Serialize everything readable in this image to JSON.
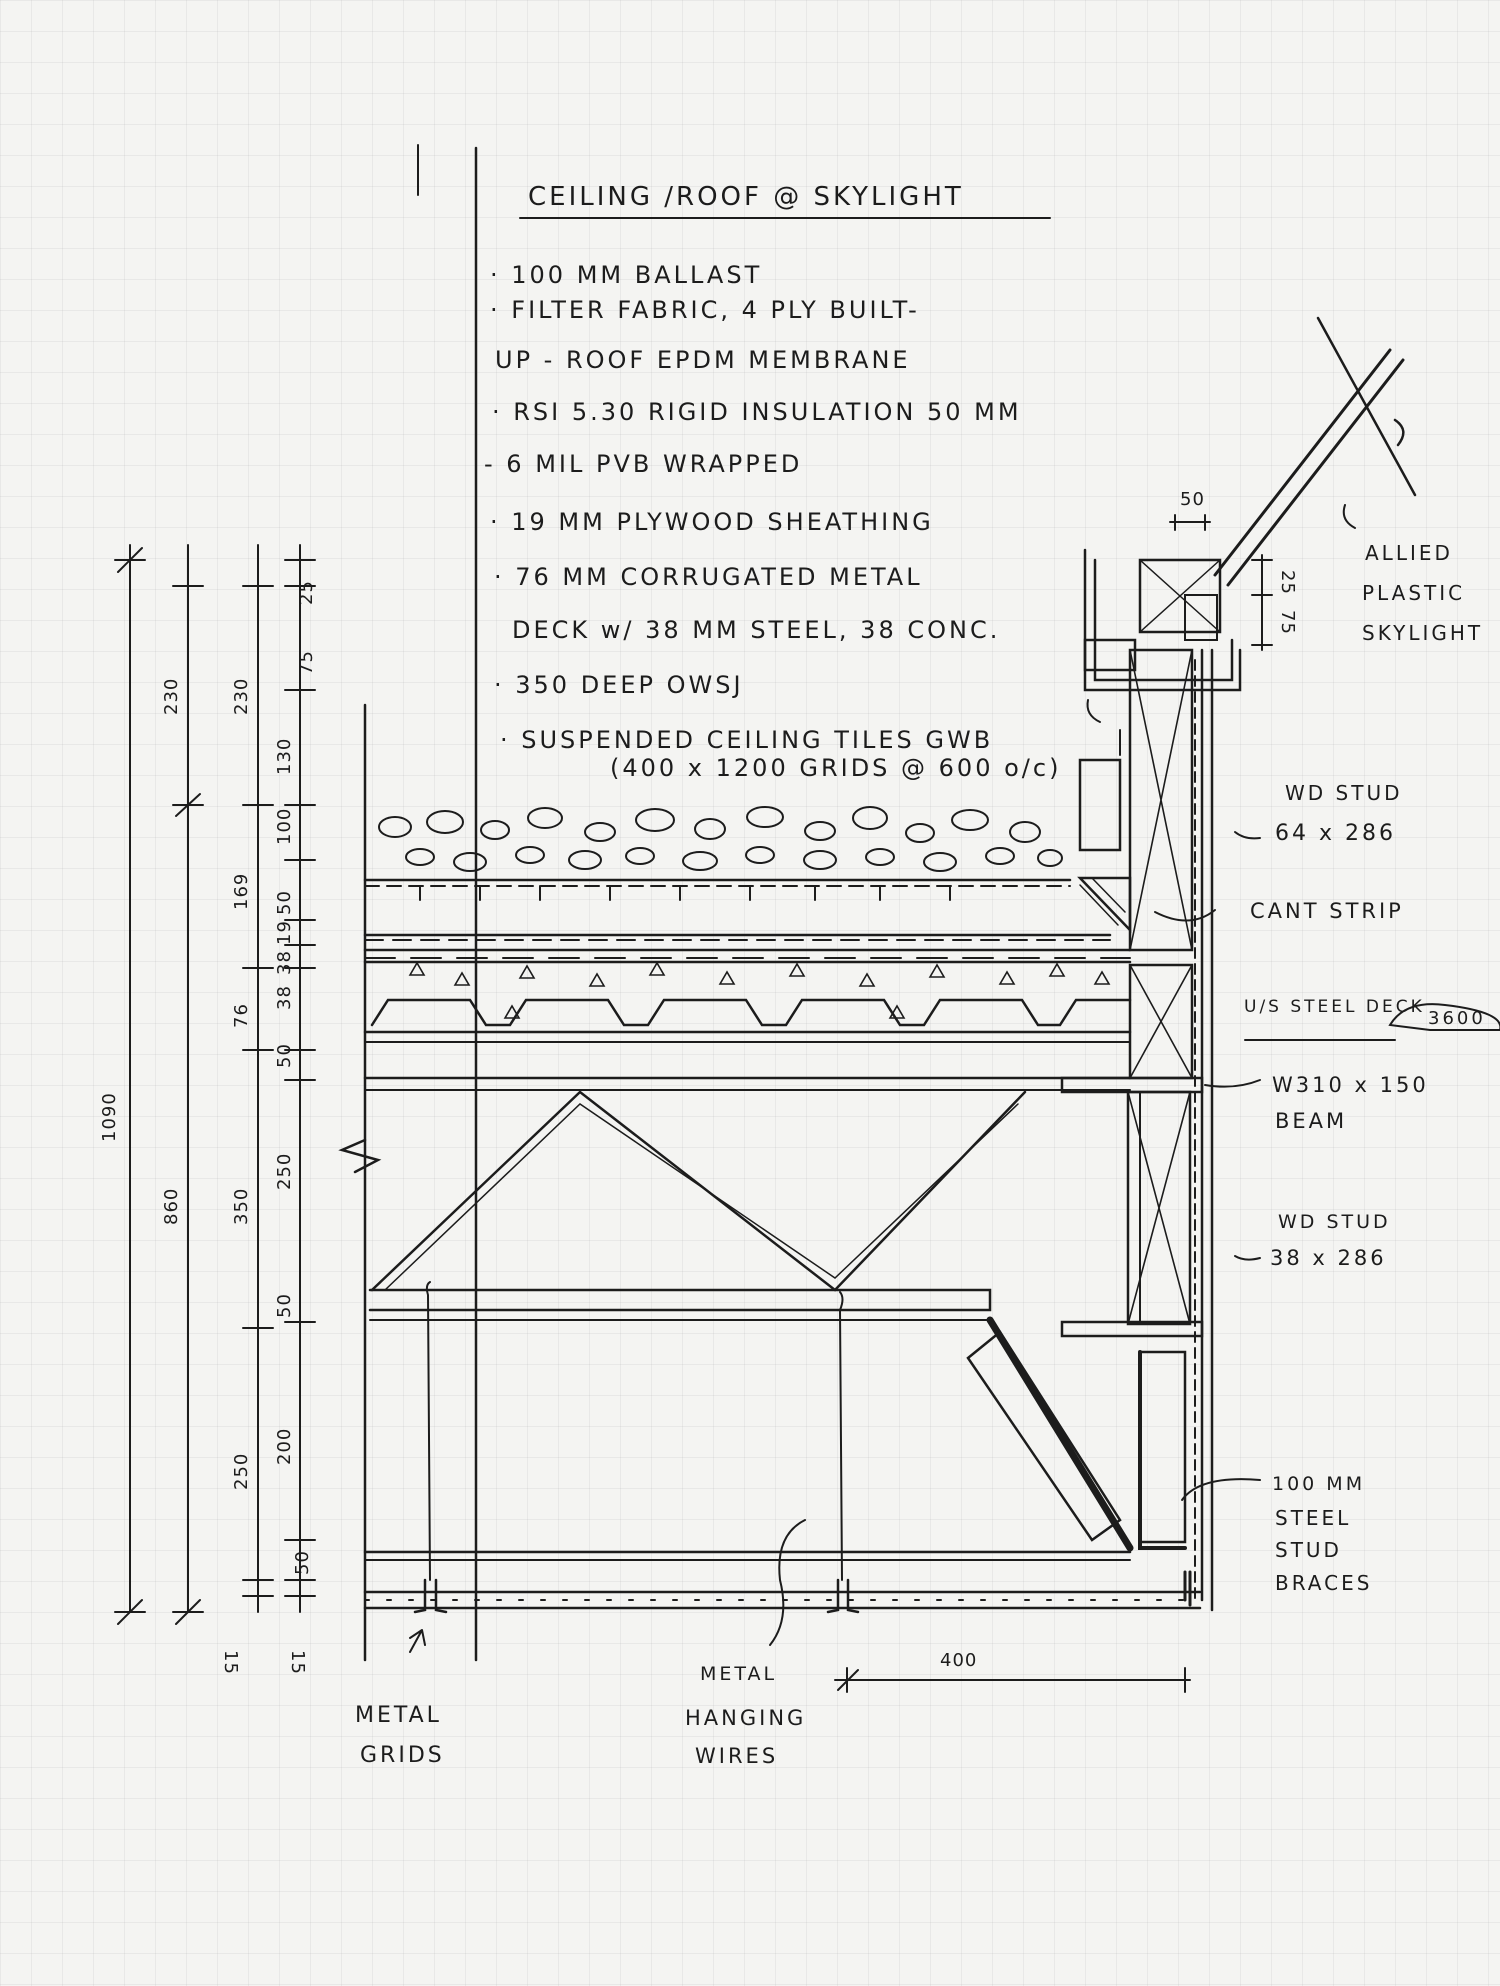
{
  "title": "CEILING /ROOF @ SKYLIGHT",
  "spec_notes": [
    "· 100 MM BALLAST",
    "· FILTER FABRIC, 4 PLY BUILT-",
    "UP - ROOF EPDM MEMBRANE",
    "· RSI 5.30 RIGID INSULATION 50 MM",
    "- 6 MIL PVB WRAPPED",
    "· 19 MM PLYWOOD SHEATHING",
    "· 76 MM CORRUGATED METAL",
    "DECK w/ 38 MM STEEL, 38 CONC.",
    "· 350 DEEP OWSJ",
    "· SUSPENDED CEILING TILES GWB",
    "(400 x 1200 GRIDS @ 600 o/c)"
  ],
  "callouts": {
    "skylight": [
      "ALLIED",
      "PLASTIC",
      "SKYLIGHT"
    ],
    "wd_stud_upper": [
      "WD STUD",
      "64 x 286"
    ],
    "cant_strip": "CANT STRIP",
    "steel_deck": "U/S STEEL DECK",
    "elevation": "3600",
    "beam": [
      "W310 x 150",
      "BEAM"
    ],
    "wd_stud_lower": [
      "WD STUD",
      "38 x 286"
    ],
    "steel_stud": [
      "100 MM",
      "STEEL",
      "STUD",
      "BRACES"
    ],
    "metal_grids": [
      "METAL",
      "GRIDS"
    ],
    "hanging_wires": [
      "METAL",
      "HANGING",
      "WIRES"
    ]
  },
  "dimensions": {
    "overall": "1090",
    "col2": [
      "230",
      "860"
    ],
    "col3": [
      "230",
      "169",
      "76",
      "350",
      "250",
      "15"
    ],
    "col4": [
      "25",
      "75",
      "130",
      "100",
      "50",
      "19",
      "38",
      "38",
      "50",
      "250",
      "50",
      "200",
      "50",
      "15"
    ],
    "top_width": "50",
    "skylight_dims": [
      "25",
      "75"
    ],
    "bottom_width": "400"
  }
}
